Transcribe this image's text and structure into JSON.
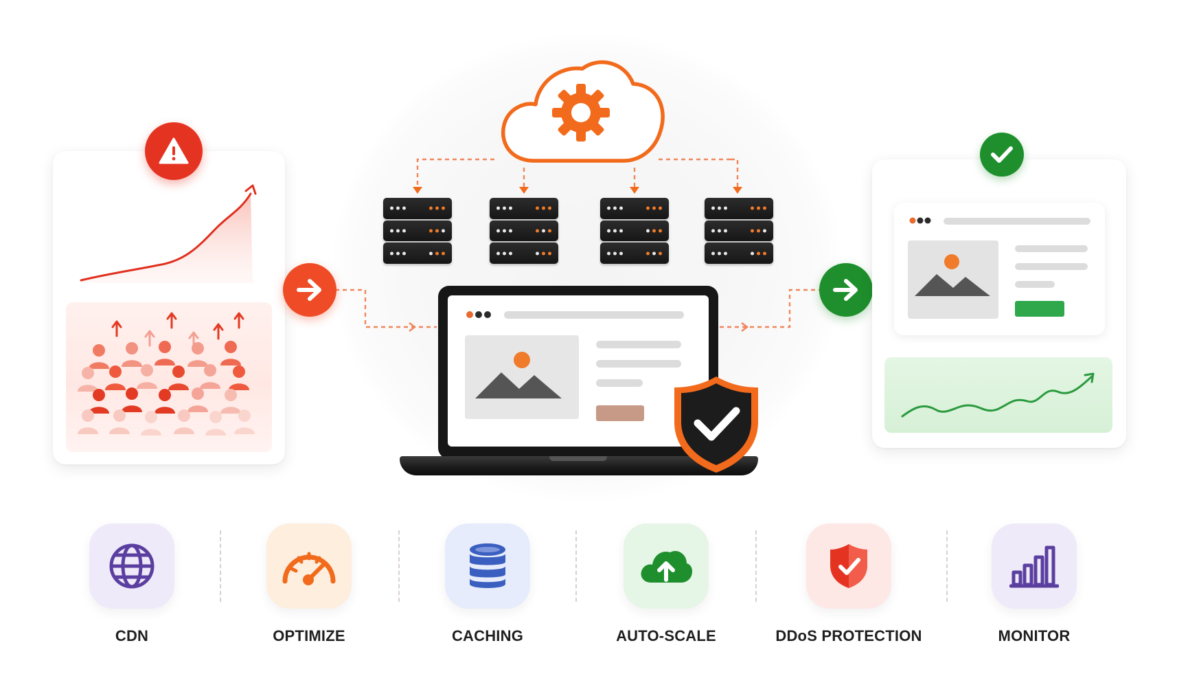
{
  "colors": {
    "accent_orange": "#f26a1b",
    "alert_red": "#e53322",
    "success_green": "#1e8f2c",
    "server_dark": "#1c1c1c"
  },
  "before_card": {
    "alert_icon": "warning-triangle-icon",
    "trend": "rising-traffic-line",
    "crowd": "many-users-icons"
  },
  "center": {
    "cloud_icon": "cloud-gear-icon",
    "server_count": 4,
    "laptop_icon": "laptop-icon",
    "shield_icon": "shield-check-icon"
  },
  "after_card": {
    "status_icon": "check-circle-icon",
    "trend": "stable-traffic-line"
  },
  "features": [
    {
      "label": "CDN",
      "icon": "globe-icon",
      "color": "#5b3fa0"
    },
    {
      "label": "OPTIMIZE",
      "icon": "speedometer-icon",
      "color": "#f26a1b"
    },
    {
      "label": "CACHING",
      "icon": "database-icon",
      "color": "#3b5fc0"
    },
    {
      "label": "AUTO-SCALE",
      "icon": "cloud-upload-icon",
      "color": "#1e8f2c"
    },
    {
      "label": "DDoS PROTECTION",
      "icon": "shield-check-icon",
      "color": "#e53322"
    },
    {
      "label": "MONITOR",
      "icon": "bar-chart-icon",
      "color": "#5b3fa0"
    }
  ]
}
